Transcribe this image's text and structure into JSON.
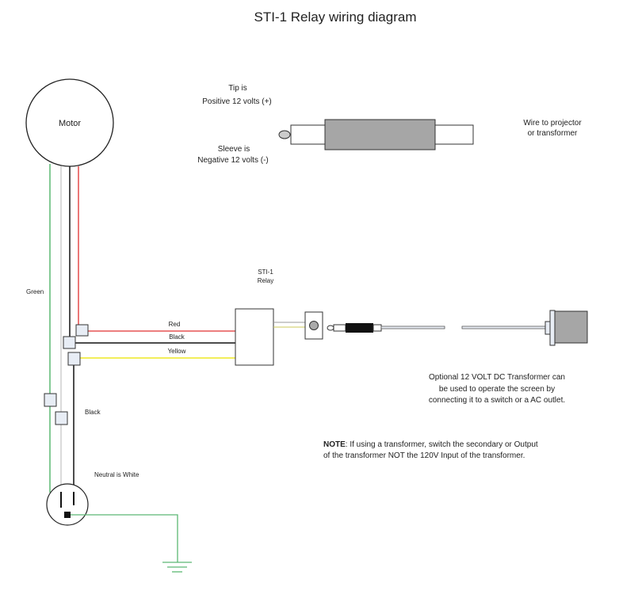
{
  "title": "STI-1 Relay wiring diagram",
  "motor_label": "Motor",
  "tip_label": [
    "Tip is",
    "Positive 12 volts (+)"
  ],
  "sleeve_label": [
    "Sleeve is",
    "Negative 12 volts (-)"
  ],
  "wire_to_projector": [
    "Wire to projector",
    "or transformer"
  ],
  "relay_label": [
    "STI-1",
    "Relay"
  ],
  "wire_labels": {
    "green": "Green",
    "red": "Red",
    "black": "Black",
    "yellow": "Yellow",
    "black_lower": "Black",
    "neutral": "Neutral is White"
  },
  "transformer_note": [
    "Optional 12 VOLT DC Transformer can",
    "be used to operate the screen by",
    "connecting it to a switch or a AC outlet."
  ],
  "note": {
    "label": "NOTE",
    "line1": ": If using a transformer, switch the secondary or Output",
    "line2": "of the transformer NOT the 120V Input of the transformer."
  },
  "colors": {
    "red": "#e03030",
    "black": "#111111",
    "yellow": "#f2ee5a",
    "green": "#5cb874",
    "white": "#cfcfcf",
    "gray": "#a6a6a6",
    "box": "#e8edf5"
  }
}
